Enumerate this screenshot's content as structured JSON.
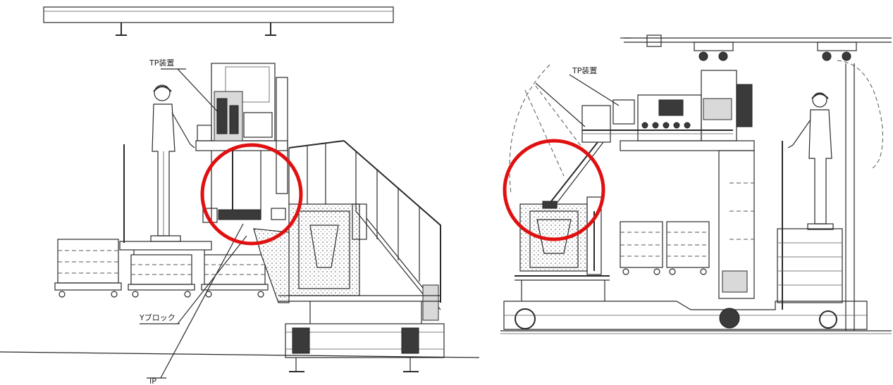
{
  "left_view": {
    "label_tp_device": "TP装置",
    "label_y_block": "Yブロック",
    "label_ip": "IP"
  },
  "right_view": {
    "label_tp_device": "TP装置"
  },
  "colors": {
    "line": "#2a2a2a",
    "highlight_circle": "#e01010",
    "background": "#ffffff"
  }
}
